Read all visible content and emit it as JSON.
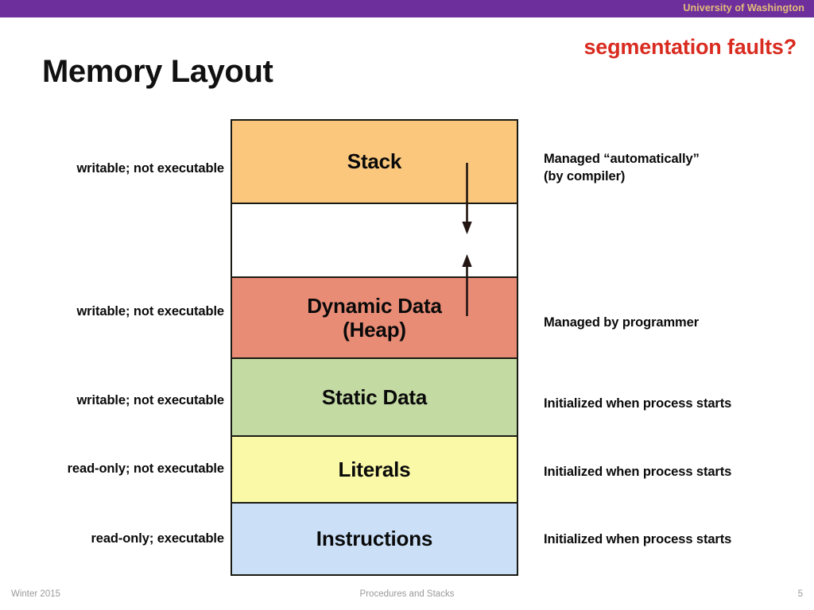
{
  "banner": {
    "institution": "University of Washington",
    "bar_color": "#6D2F9C",
    "text_color": "#E3BE7B"
  },
  "slide": {
    "title": "Memory Layout",
    "callout": "segmentation faults?",
    "callout_color": "#D92B20"
  },
  "diagram": {
    "type": "memory-layout",
    "orientation": "high-address-at-top",
    "blocks": [
      {
        "id": "stack",
        "label": "Stack",
        "sub_label": "",
        "color": "#FBC77D",
        "permissions": "writable; not executable",
        "management": "Managed “automatically”",
        "management_line2": "(by compiler)"
      },
      {
        "id": "gap",
        "label": "",
        "sub_label": "",
        "color": "#FFFFFF",
        "permissions": "",
        "management": "",
        "management_line2": ""
      },
      {
        "id": "heap",
        "label": "Dynamic Data",
        "sub_label": "(Heap)",
        "color": "#E98C76",
        "permissions": "writable; not executable",
        "management": "Managed by programmer",
        "management_line2": ""
      },
      {
        "id": "static",
        "label": "Static Data",
        "sub_label": "",
        "color": "#C3DAA3",
        "permissions": "writable; not executable",
        "management": "Initialized when process starts",
        "management_line2": ""
      },
      {
        "id": "literals",
        "label": "Literals",
        "sub_label": "",
        "color": "#FAF9A8",
        "permissions": "read-only; not executable",
        "management": "Initialized when process starts",
        "management_line2": ""
      },
      {
        "id": "instructions",
        "label": "Instructions",
        "sub_label": "",
        "color": "#CBE0F7",
        "permissions": "read-only; executable",
        "management": "Initialized when process starts",
        "management_line2": ""
      }
    ],
    "arrows": [
      {
        "id": "stack-grows-down",
        "direction": "down",
        "from_block": "stack",
        "into_block": "gap"
      },
      {
        "id": "heap-grows-up",
        "direction": "up",
        "from_block": "heap",
        "into_block": "gap"
      }
    ]
  },
  "footer": {
    "term": "Winter 2015",
    "topic": "Procedures and Stacks",
    "page_number": "5"
  }
}
